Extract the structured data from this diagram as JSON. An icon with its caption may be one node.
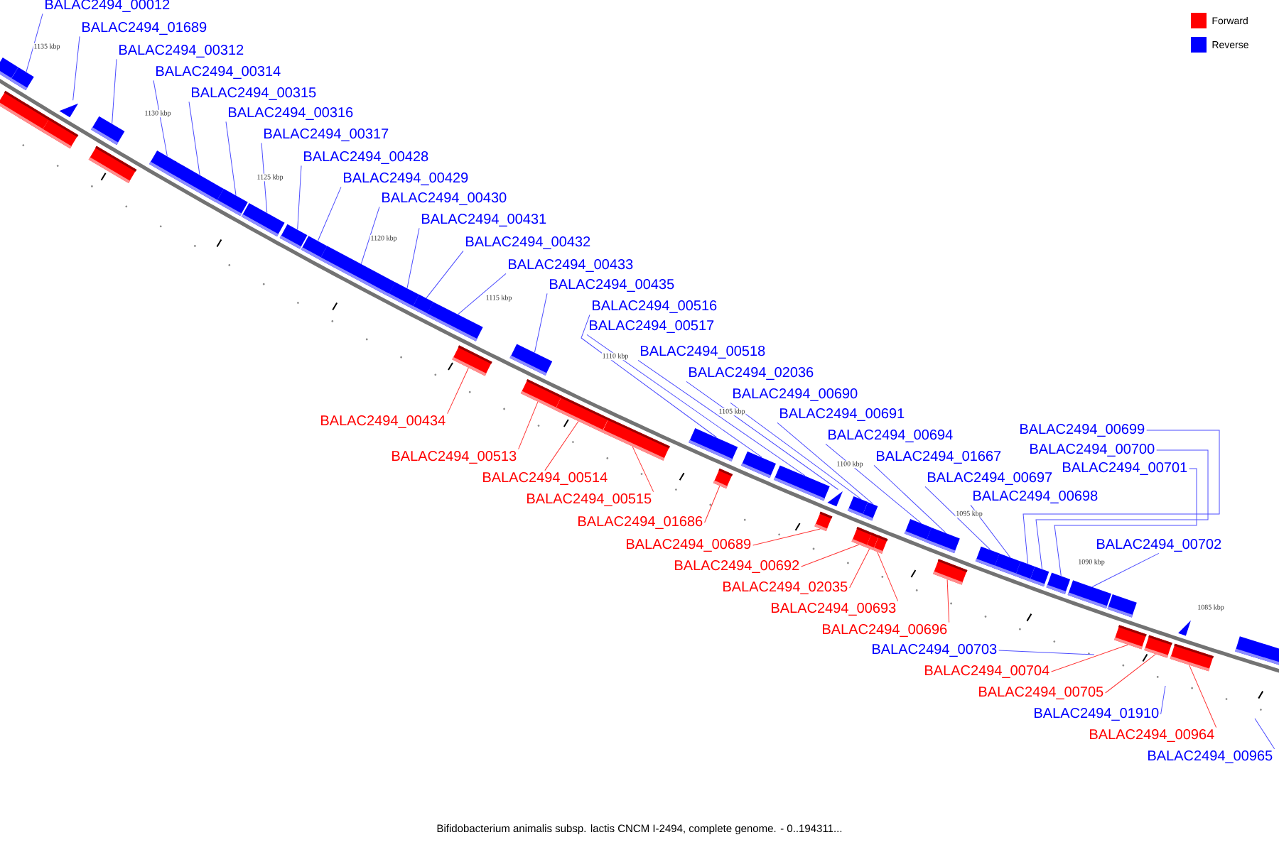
{
  "diagram": {
    "caption": "Bifidobacterium animalis subsp. lactis CNCM I-2494, complete genome. - 0..194311...",
    "nodes": [
      {
        "text": [],
        "shape": "box"
      },
      {
        "text": [],
        "shape": "box"
      },
      {
        "text": [],
        "shape": "triangle"
      },
      {
        "text": [],
        "shape": "box"
      },
      {
        "text": [],
        "shape": "box"
      },
      {
        "text": [],
        "shape": "box"
      },
      {
        "text": [],
        "shape": "box"
      },
      {
        "text": [],
        "shape": "box"
      },
      {
        "text": [],
        "shape": "box"
      },
      {
        "text": [],
        "shape": "box"
      },
      {
        "text": [],
        "shape": "box"
      },
      {
        "text": [],
        "shape": "box"
      },
      {
        "text": [],
        "shape": "box"
      },
      {
        "text": [],
        "shape": "box"
      },
      {
        "text": [],
        "shape": "box"
      },
      {
        "text": [],
        "shape": "box"
      },
      {
        "text": [],
        "shape": "box"
      },
      {
        "text": [],
        "shape": "box"
      },
      {
        "text": [],
        "shape": "triangle"
      },
      {
        "text": [],
        "shape": "box"
      },
      {
        "text": [],
        "shape": "box"
      },
      {
        "text": [],
        "shape": "box"
      },
      {
        "text": [],
        "shape": "box"
      },
      {
        "text": [],
        "shape": "box"
      },
      {
        "text": [],
        "shape": "box"
      },
      {
        "text": [],
        "shape": "box"
      },
      {
        "text": [],
        "shape": "box"
      },
      {
        "text": [],
        "shape": "box"
      },
      {
        "text": [],
        "shape": "box"
      },
      {
        "text": [],
        "shape": "box"
      },
      {
        "text": [],
        "shape": "triangle"
      },
      {
        "text": [],
        "shape": "box"
      },
      {
        "text": [],
        "shape": "box"
      },
      {
        "text": [],
        "shape": "box"
      },
      {
        "text": [],
        "shape": "box"
      },
      {
        "text": [],
        "shape": "box"
      },
      {
        "text": [],
        "shape": "box"
      },
      {
        "text": [],
        "shape": "box"
      },
      {
        "text": [],
        "shape": "box"
      },
      {
        "text": [],
        "shape": "box"
      },
      {
        "text": [],
        "shape": "box"
      },
      {
        "text": [],
        "shape": "box"
      },
      {
        "text": [],
        "shape": "box"
      },
      {
        "text": [],
        "shape": "box"
      },
      {
        "text": [],
        "shape": "box"
      },
      {
        "text": [],
        "shape": "box"
      },
      {
        "text": [],
        "shape": "box"
      },
      {
        "text": [],
        "shape": "box"
      },
      {
        "text": [],
        "shape": "box"
      },
      {
        "text": [
          "BALAC2494_00012"
        ]
      },
      {
        "text": [
          "BALAC2494_01689"
        ]
      },
      {
        "text": [
          "BALAC2494_00312"
        ]
      },
      {
        "text": [
          "BALAC2494_00314"
        ]
      },
      {
        "text": [
          "BALAC2494_00315"
        ]
      },
      {
        "text": [
          "BALAC2494_00316"
        ]
      },
      {
        "text": [
          "BALAC2494_00317"
        ]
      },
      {
        "text": [
          "BALAC2494_00428"
        ]
      },
      {
        "text": [
          "BALAC2494_00429"
        ]
      },
      {
        "text": [
          "BALAC2494_00430"
        ]
      },
      {
        "text": [
          "BALAC2494_00431"
        ]
      },
      {
        "text": [
          "BALAC2494_00432"
        ]
      },
      {
        "text": [
          "BALAC2494_00433"
        ]
      },
      {
        "text": [
          "BALAC2494_00435"
        ]
      },
      {
        "text": [
          "BALAC2494_00516"
        ]
      },
      {
        "text": [
          "BALAC2494_00517"
        ]
      },
      {
        "text": [
          "BALAC2494_00518"
        ]
      },
      {
        "text": [
          "BALAC2494_02036"
        ]
      },
      {
        "text": [
          "BALAC2494_00690"
        ]
      },
      {
        "text": [
          "BALAC2494_00691"
        ]
      },
      {
        "text": [
          "BALAC2494_00694"
        ]
      },
      {
        "text": [
          "BALAC2494_01667"
        ]
      },
      {
        "text": [
          "BALAC2494_00697"
        ]
      },
      {
        "text": [
          "BALAC2494_00698"
        ]
      },
      {
        "text": [
          "BALAC2494_00699"
        ]
      },
      {
        "text": [
          "BALAC2494_00700"
        ]
      },
      {
        "text": [
          "BALAC2494_00701"
        ]
      },
      {
        "text": [
          "BALAC2494_00702"
        ]
      },
      {
        "text": [
          "BALAC2494_00703"
        ]
      },
      {
        "text": [
          "BALAC2494_01910"
        ]
      },
      {
        "text": [
          "BALAC2494_00965"
        ]
      },
      {
        "text": [
          "BALAC2494_00434"
        ]
      },
      {
        "text": [
          "BALAC2494_00513"
        ]
      },
      {
        "text": [
          "BALAC2494_00514"
        ]
      },
      {
        "text": [
          "BALAC2494_00515"
        ]
      },
      {
        "text": [
          "BALAC2494_01686"
        ]
      },
      {
        "text": [
          "BALAC2494_00689"
        ]
      },
      {
        "text": [
          "BALAC2494_00692"
        ]
      },
      {
        "text": [
          "BALAC2494_02035"
        ]
      },
      {
        "text": [
          "BALAC2494_00693"
        ]
      },
      {
        "text": [
          "BALAC2494_00696"
        ]
      },
      {
        "text": [
          "BALAC2494_00704"
        ]
      },
      {
        "text": [
          "BALAC2494_00705"
        ]
      },
      {
        "text": [
          "BALAC2494_00964"
        ]
      }
    ],
    "edges": [
      {
        "from": 49,
        "to": 1,
        "arrow": "none"
      },
      {
        "from": 50,
        "to": 2,
        "arrow": "none"
      },
      {
        "from": 51,
        "to": 3,
        "arrow": "none"
      },
      {
        "from": 52,
        "to": 4,
        "arrow": "none"
      },
      {
        "from": 53,
        "to": 5,
        "arrow": "none"
      },
      {
        "from": 54,
        "to": 6,
        "arrow": "none"
      },
      {
        "from": 55,
        "to": 7,
        "arrow": "none"
      },
      {
        "from": 56,
        "to": 8,
        "arrow": "none"
      },
      {
        "from": 57,
        "to": 9,
        "arrow": "none"
      },
      {
        "from": 58,
        "to": 10,
        "arrow": "none"
      },
      {
        "from": 59,
        "to": 11,
        "arrow": "none"
      },
      {
        "from": 60,
        "to": 12,
        "arrow": "none"
      },
      {
        "from": 61,
        "to": 13,
        "arrow": "none"
      },
      {
        "from": 62,
        "to": 14,
        "arrow": "none"
      },
      {
        "from": 63,
        "to": 15,
        "arrow": "none"
      },
      {
        "from": 64,
        "to": 16,
        "arrow": "none"
      },
      {
        "from": 65,
        "to": 17,
        "arrow": "none"
      },
      {
        "from": 66,
        "to": 18,
        "arrow": "none"
      },
      {
        "from": 67,
        "to": 19,
        "arrow": "none"
      },
      {
        "from": 68,
        "to": 20,
        "arrow": "none"
      },
      {
        "from": 69,
        "to": 21,
        "arrow": "none"
      },
      {
        "from": 70,
        "to": 22,
        "arrow": "none"
      },
      {
        "from": 71,
        "to": 23,
        "arrow": "none"
      },
      {
        "from": 72,
        "to": 24,
        "arrow": "none"
      },
      {
        "from": 73,
        "to": 25,
        "arrow": "none"
      },
      {
        "from": 74,
        "to": 26,
        "arrow": "none"
      },
      {
        "from": 75,
        "to": 27,
        "arrow": "none"
      },
      {
        "from": 76,
        "to": 28,
        "arrow": "none"
      },
      {
        "from": 77,
        "to": null,
        "arrow": "none"
      },
      {
        "from": 78,
        "to": null,
        "arrow": "none"
      },
      {
        "from": 79,
        "to": null,
        "arrow": "none"
      },
      {
        "from": 80,
        "to": 36,
        "arrow": "none",
        "color": "#ff3333"
      },
      {
        "from": 81,
        "to": 37,
        "arrow": "none",
        "color": "#ff3333"
      },
      {
        "from": 82,
        "to": 38,
        "arrow": "none",
        "color": "#ff3333"
      },
      {
        "from": 83,
        "to": 39,
        "arrow": "none",
        "color": "#ff3333"
      },
      {
        "from": 84,
        "to": 40,
        "arrow": "none",
        "color": "#ff3333"
      },
      {
        "from": 85,
        "to": 41,
        "arrow": "none",
        "color": "#ff3333"
      },
      {
        "from": 86,
        "to": 42,
        "arrow": "none",
        "color": "#ff3333"
      },
      {
        "from": 87,
        "to": 43,
        "arrow": "none",
        "color": "#ff3333"
      },
      {
        "from": 88,
        "to": 44,
        "arrow": "none",
        "color": "#ff3333"
      },
      {
        "from": 89,
        "to": 45,
        "arrow": "none",
        "color": "#ff3333"
      },
      {
        "from": 90,
        "to": 46,
        "arrow": "none",
        "color": "#ff3333"
      },
      {
        "from": 91,
        "to": 47,
        "arrow": "none",
        "color": "#ff3333"
      },
      {
        "from": 92,
        "to": 48,
        "arrow": "none",
        "color": "#ff3333"
      }
    ],
    "labels": [
      "1135 kbp",
      "1130 kbp",
      "1125 kbp",
      "1120 kbp",
      "1115 kbp",
      "1110 kbp",
      "1105 kbp",
      "1100 kbp",
      "1095 kbp",
      "1090 kbp",
      "1085 kbp"
    ],
    "legend": [
      {
        "text": "Forward",
        "color": "#ff0000"
      },
      {
        "text": "Reverse",
        "color": "#0000ff"
      }
    ]
  }
}
